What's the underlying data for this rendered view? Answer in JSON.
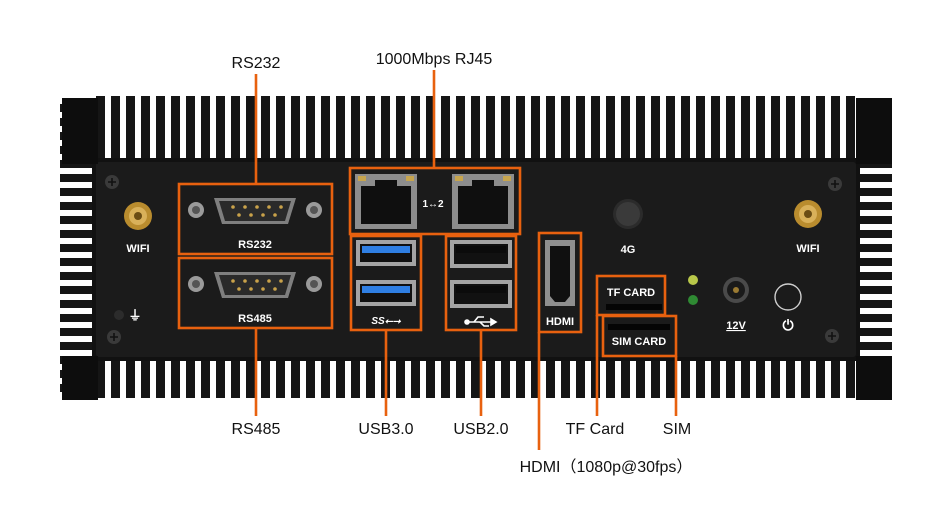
{
  "colors": {
    "accent": "#e8610f",
    "chassis": "#151515",
    "panel": "#1b1b1b",
    "text": "#111111",
    "panel_text": "#ffffff",
    "usb3_blue": "#2f7fe3"
  },
  "callouts": {
    "rs232": "RS232",
    "rj45": "1000Mbps RJ45",
    "rs485": "RS485",
    "usb30": "USB3.0",
    "usb20": "USB2.0",
    "tf_card": "TF Card",
    "sim": "SIM",
    "hdmi": "HDMI（1080p@30fps）"
  },
  "panel_labels": {
    "wifi_left": "WIFI",
    "wifi_right": "WIFI",
    "rs232": "RS232",
    "rs485": "RS485",
    "lan_link": "1↔2",
    "usb3_logo": "SS⭠⭢",
    "hdmi": "HDMI",
    "antenna_4g": "4G",
    "tf_card": "TF CARD",
    "sim_card": "SIM CARD",
    "dc_in": "12V",
    "ground": "⏚",
    "power": "⏻"
  },
  "icons": {
    "ethernet": "ethernet-port-icon",
    "usb": "usb-icon",
    "power": "power-icon",
    "ground": "ground-icon",
    "antenna": "antenna-connector-icon"
  }
}
